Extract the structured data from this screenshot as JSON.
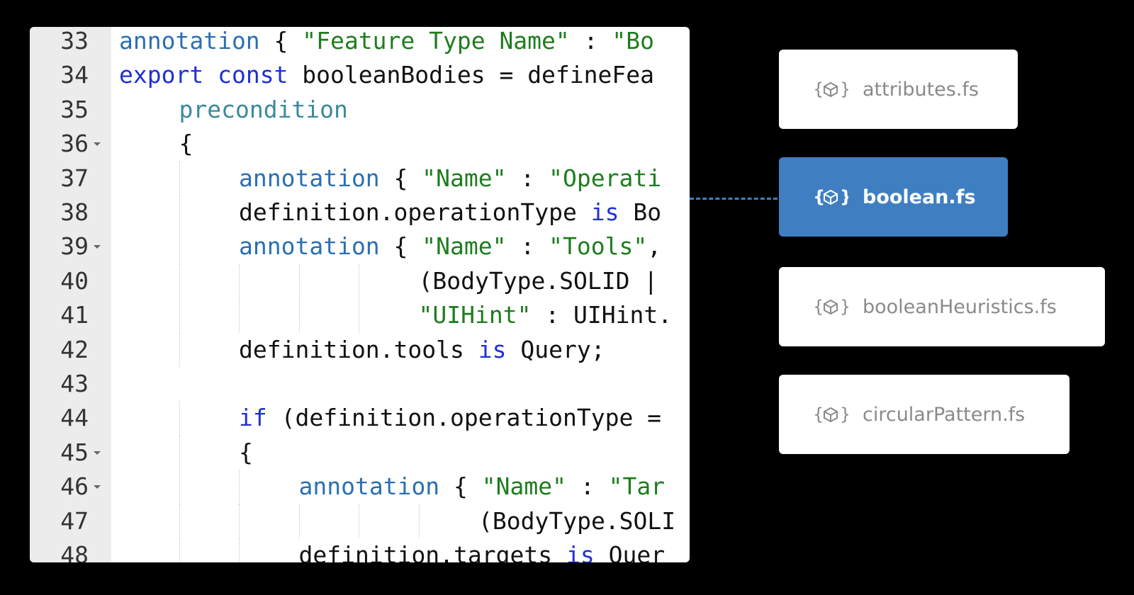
{
  "editor": {
    "lines": [
      {
        "num": "33",
        "fold": false,
        "indent": 0,
        "tokens": [
          {
            "t": "annotation",
            "c": "ann"
          },
          {
            "t": " { ",
            "c": ""
          },
          {
            "t": "\"Feature Type Name\"",
            "c": "str"
          },
          {
            "t": " : ",
            "c": ""
          },
          {
            "t": "\"Bo",
            "c": "str"
          }
        ]
      },
      {
        "num": "34",
        "fold": false,
        "indent": 0,
        "tokens": [
          {
            "t": "export",
            "c": "kw"
          },
          {
            "t": " ",
            "c": ""
          },
          {
            "t": "const",
            "c": "kw"
          },
          {
            "t": " booleanBodies = defineFea",
            "c": ""
          }
        ]
      },
      {
        "num": "35",
        "fold": false,
        "indent": 1,
        "tokens": [
          {
            "t": "precondition",
            "c": "cyan"
          }
        ]
      },
      {
        "num": "36",
        "fold": true,
        "indent": 1,
        "tokens": [
          {
            "t": "{",
            "c": ""
          }
        ]
      },
      {
        "num": "37",
        "fold": false,
        "indent": 2,
        "tokens": [
          {
            "t": "annotation",
            "c": "ann"
          },
          {
            "t": " { ",
            "c": ""
          },
          {
            "t": "\"Name\"",
            "c": "str"
          },
          {
            "t": " : ",
            "c": ""
          },
          {
            "t": "\"Operati",
            "c": "str"
          }
        ]
      },
      {
        "num": "38",
        "fold": false,
        "indent": 2,
        "tokens": [
          {
            "t": "definition.operationType ",
            "c": ""
          },
          {
            "t": "is",
            "c": "kw"
          },
          {
            "t": " Bo",
            "c": ""
          }
        ]
      },
      {
        "num": "39",
        "fold": true,
        "indent": 2,
        "tokens": [
          {
            "t": "annotation",
            "c": "ann"
          },
          {
            "t": " { ",
            "c": ""
          },
          {
            "t": "\"Name\"",
            "c": "str"
          },
          {
            "t": " : ",
            "c": ""
          },
          {
            "t": "\"Tools\"",
            "c": "str"
          },
          {
            "t": ",",
            "c": ""
          }
        ]
      },
      {
        "num": "40",
        "fold": false,
        "indent": 5,
        "tokens": [
          {
            "t": "(BodyType.SOLID | ",
            "c": ""
          }
        ]
      },
      {
        "num": "41",
        "fold": false,
        "indent": 5,
        "tokens": [
          {
            "t": "\"UIHint\"",
            "c": "str"
          },
          {
            "t": " : UIHint.",
            "c": ""
          }
        ]
      },
      {
        "num": "42",
        "fold": false,
        "indent": 2,
        "tokens": [
          {
            "t": "definition.tools ",
            "c": ""
          },
          {
            "t": "is",
            "c": "kw"
          },
          {
            "t": " Query;",
            "c": ""
          }
        ]
      },
      {
        "num": "43",
        "fold": false,
        "indent": 0,
        "tokens": []
      },
      {
        "num": "44",
        "fold": false,
        "indent": 2,
        "tokens": [
          {
            "t": "if",
            "c": "kw"
          },
          {
            "t": " (definition.operationType =",
            "c": ""
          }
        ]
      },
      {
        "num": "45",
        "fold": true,
        "indent": 2,
        "tokens": [
          {
            "t": "{",
            "c": ""
          }
        ]
      },
      {
        "num": "46",
        "fold": true,
        "indent": 3,
        "tokens": [
          {
            "t": "annotation",
            "c": "ann"
          },
          {
            "t": " { ",
            "c": ""
          },
          {
            "t": "\"Name\"",
            "c": "str"
          },
          {
            "t": " : ",
            "c": ""
          },
          {
            "t": "\"Tar",
            "c": "str"
          }
        ]
      },
      {
        "num": "47",
        "fold": false,
        "indent": 6,
        "tokens": [
          {
            "t": "(BodyType.SOLI",
            "c": ""
          }
        ]
      },
      {
        "num": "48",
        "fold": false,
        "indent": 3,
        "tokens": [
          {
            "t": "definition.targets ",
            "c": ""
          },
          {
            "t": "is",
            "c": "kw"
          },
          {
            "t": " Quer",
            "c": ""
          }
        ]
      }
    ]
  },
  "files": [
    {
      "name": "attributes.fs",
      "active": false,
      "icon": "feature-studio-icon"
    },
    {
      "name": "boolean.fs",
      "active": true,
      "icon": "feature-studio-icon"
    },
    {
      "name": "booleanHeuristics.fs",
      "active": false,
      "icon": "feature-studio-icon"
    },
    {
      "name": "circularPattern.fs",
      "active": false,
      "icon": "feature-studio-icon"
    }
  ],
  "colors": {
    "background": "#000000",
    "accent": "#3f7fc1",
    "keyword": "#1f2fd6",
    "string": "#1e7d1e",
    "annotation": "#2b6fb3",
    "gutter": "#ececec"
  }
}
